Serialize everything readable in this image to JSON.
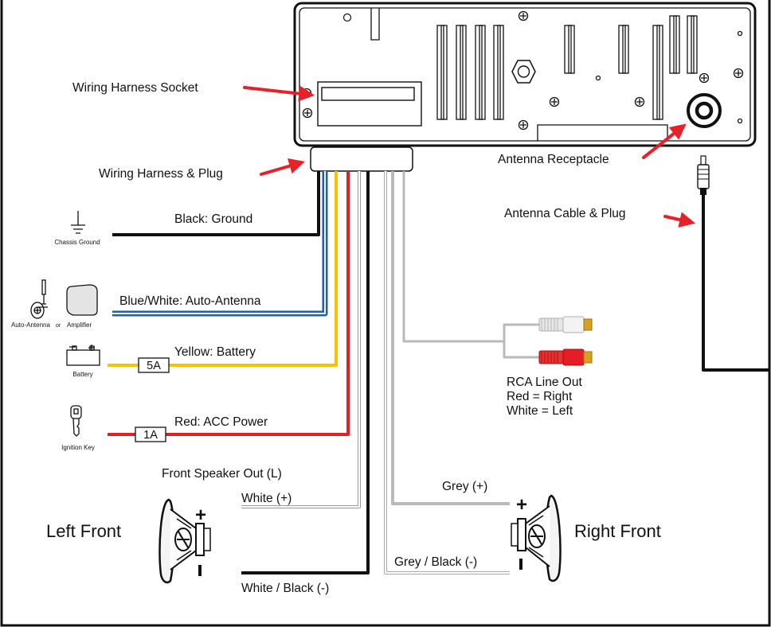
{
  "labels": {
    "wiring_harness_socket": "Wiring Harness Socket",
    "antenna_receptacle": "Antenna Receptacle",
    "wiring_harness_plug": "Wiring Harness & Plug",
    "antenna_cable_plug": "Antenna Cable & Plug",
    "black_ground": "Black: Ground",
    "chassis_ground": "Chassis Ground",
    "blue_white_auto_antenna": "Blue/White: Auto-Antenna",
    "auto_antenna": "Auto-Antenna",
    "or": "or",
    "amplifier": "Amplifier",
    "yellow_battery": "Yellow: Battery",
    "battery": "Battery",
    "fuse_5a": "5A",
    "red_acc_power": "Red: ACC Power",
    "ignition_key": "Ignition Key",
    "fuse_1a": "1A",
    "rca_line_out": "RCA Line Out",
    "red_right": "Red = Right",
    "white_left": "White = Left",
    "front_speaker_out_l": "Front Speaker Out (L)",
    "white_plus": "White (+)",
    "white_black_minus": "White / Black (-)",
    "left_front": "Left Front",
    "grey_plus": "Grey (+)",
    "grey_black_minus": "Grey / Black (-)",
    "right_front": "Right Front",
    "plus": "+",
    "minus": "-"
  },
  "colors": {
    "arrow": "#e8202a",
    "black_wire": "#111111",
    "blue_wire": "#1f5fb0",
    "yellow_wire": "#f2c500",
    "red_wire": "#e31e24",
    "grey_wire": "#b9b9b9",
    "white_wire": "#d4d4d4"
  }
}
